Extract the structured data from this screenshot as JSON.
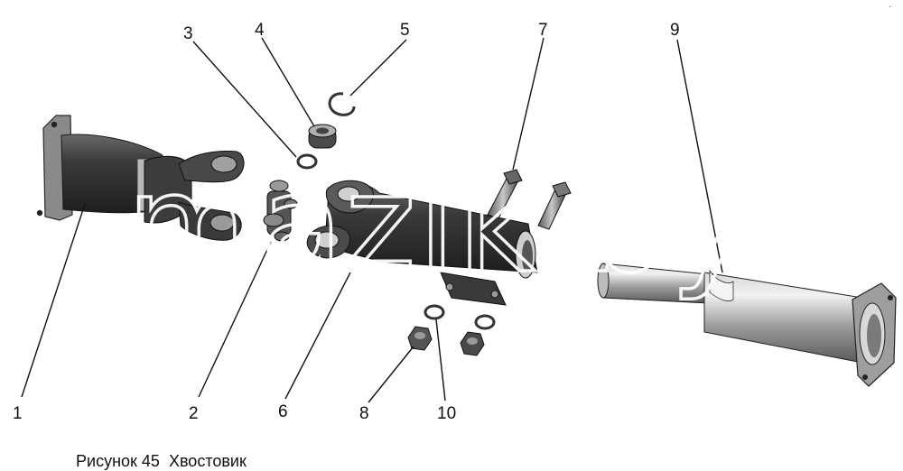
{
  "caption": {
    "label": "Рисунок 45",
    "title": "Хвостовик"
  },
  "watermark": "mazik.by",
  "callouts": [
    "1",
    "2",
    "3",
    "4",
    "5",
    "6",
    "7",
    "8",
    "9",
    "10"
  ],
  "corner_mark": "·"
}
